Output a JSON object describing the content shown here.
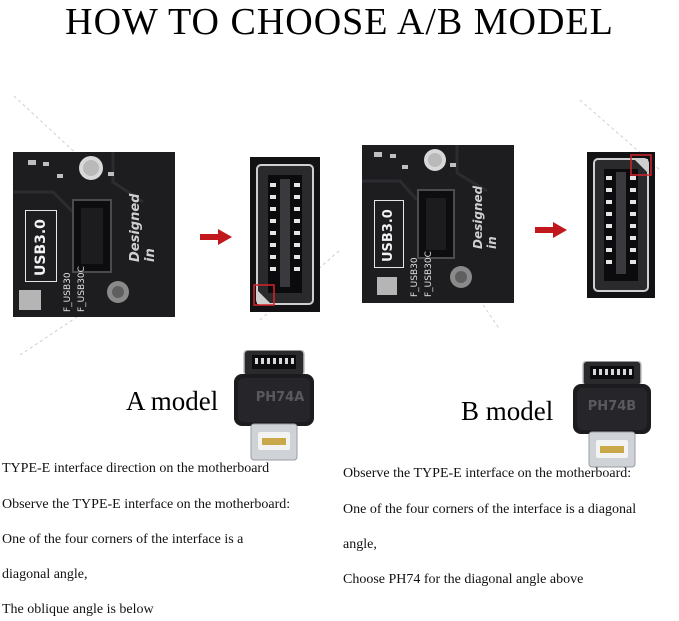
{
  "title": "HOW TO CHOOSE A/B MODEL",
  "boards": [
    {
      "usb_label": "USB3.0",
      "designed_label": "Designed in",
      "f_usb_1": "F_USB30",
      "f_usb_2": "F_USB30C"
    },
    {
      "usb_label": "USB3.0",
      "designed_label": "Designed in",
      "f_usb_1": "F_USB30",
      "f_usb_2": "F_USB30C"
    }
  ],
  "models": {
    "a": {
      "label": "A model",
      "part": "PH74A"
    },
    "b": {
      "label": "B model",
      "part": "PH74B"
    }
  },
  "colors": {
    "arrow": "#c0181c",
    "highlight": "#d4242a"
  },
  "left_text": [
    "TYPE-E interface direction on the motherboard",
    "Observe the TYPE-E interface on the motherboard:",
    "One of the four corners of the interface is a",
    "diagonal angle,",
    "The oblique angle is below"
  ],
  "right_text": [
    "Observe the TYPE-E interface on the motherboard:",
    "One of the four corners of the interface is a diagonal",
    "angle,",
    "Choose PH74 for the diagonal angle above"
  ]
}
